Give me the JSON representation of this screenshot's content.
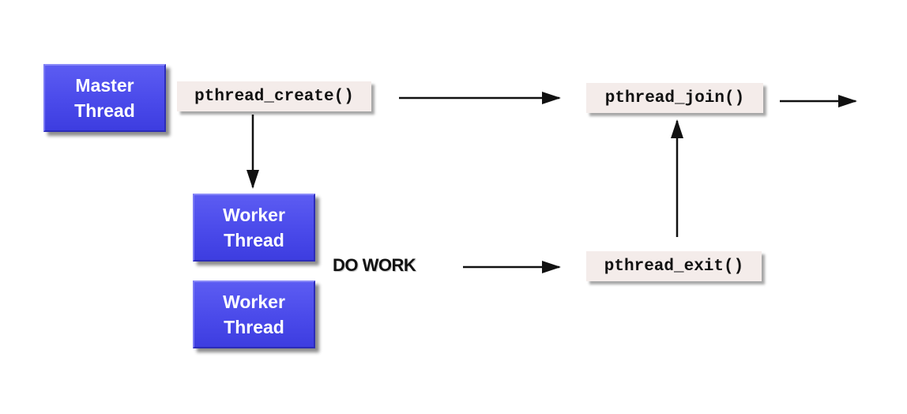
{
  "master_thread": {
    "line1": "Master",
    "line2": "Thread"
  },
  "worker_threads": [
    {
      "line1": "Worker",
      "line2": "Thread"
    },
    {
      "line1": "Worker",
      "line2": "Thread"
    }
  ],
  "functions": {
    "create": "pthread_create()",
    "join": "pthread_join()",
    "exit": "pthread_exit()"
  },
  "do_work_label": "DO WORK",
  "colors": {
    "thread_box": "#4a4aea",
    "function_box": "#f4ecea",
    "arrow": "#111111"
  }
}
